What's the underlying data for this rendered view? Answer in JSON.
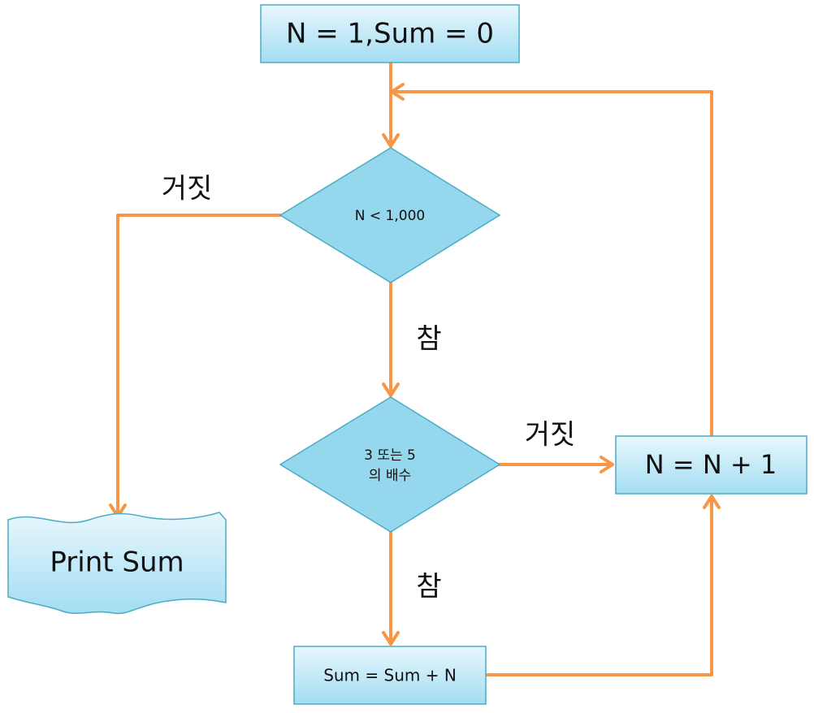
{
  "colors": {
    "connector": "#F79646",
    "box_fill_top": "#E6F6FC",
    "box_fill_bottom": "#A6DFF3",
    "box_stroke": "#4BACC6",
    "diamond_fill": "#93D6EC",
    "text": "#111111"
  },
  "nodes": {
    "init": {
      "label": "N = 1,Sum = 0"
    },
    "cond_limit": {
      "label": "N < 1,000"
    },
    "cond_multiple": {
      "line1": "3 또는 5",
      "line2": "의 배수"
    },
    "increment": {
      "label": "N = N + 1"
    },
    "accumulate": {
      "label": "Sum = Sum + N"
    },
    "output": {
      "label": "Print Sum"
    }
  },
  "edge_labels": {
    "limit_false": "거짓",
    "limit_true": "참",
    "multiple_false": "거짓",
    "multiple_true": "참"
  }
}
